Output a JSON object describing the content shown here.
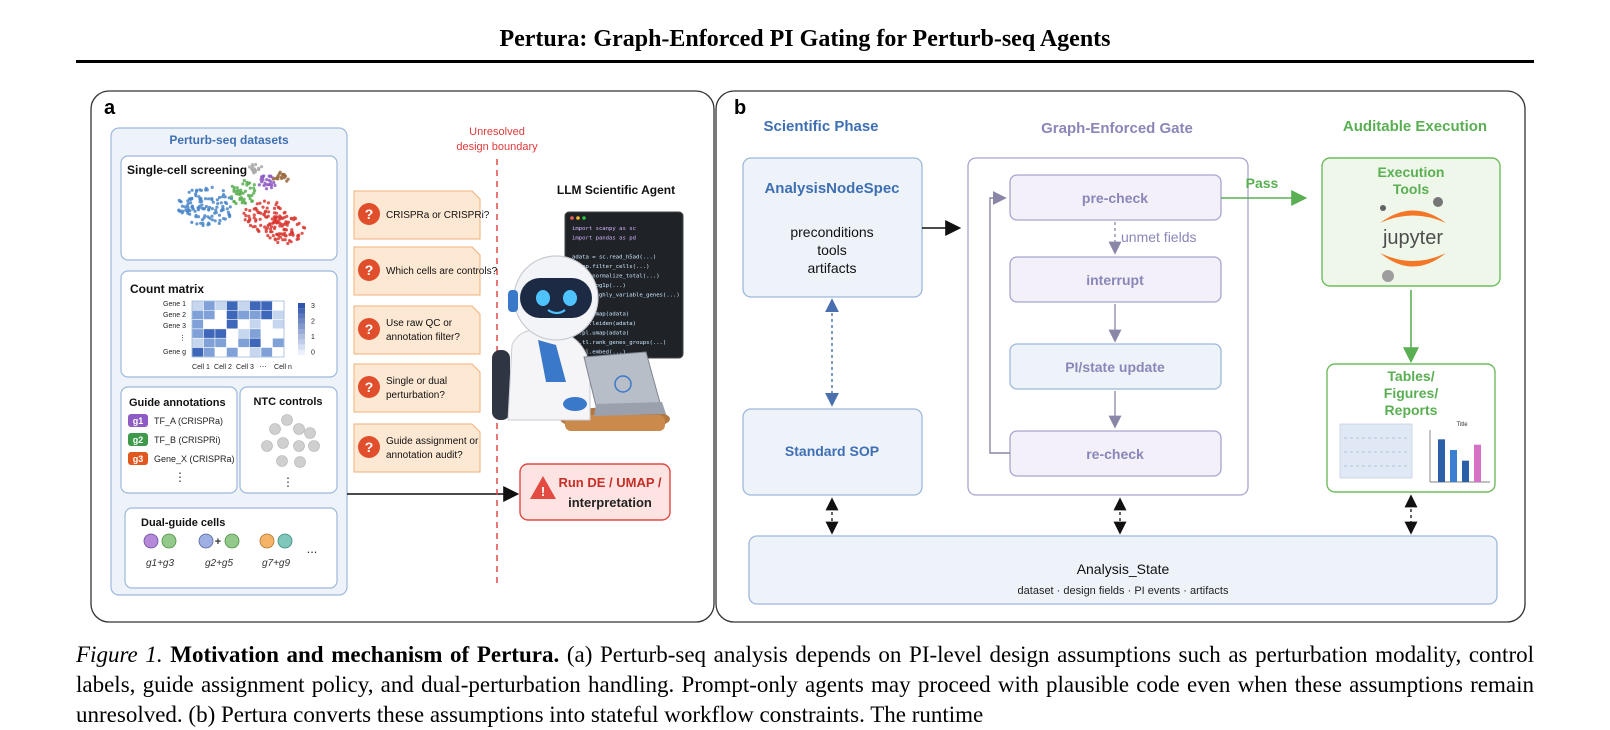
{
  "header": {
    "title": "Pertura: Graph-Enforced PI Gating for Perturb-seq Agents"
  },
  "panel_a": {
    "label": "a",
    "datasets_title": "Perturb-seq datasets",
    "single_cell_title": "Single-cell screening",
    "count_matrix_title": "Count matrix",
    "gene_labels": [
      "Gene 1",
      "Gene 2",
      "Gene 3",
      "⋮",
      "Gene g"
    ],
    "cell_labels": [
      "Cell 1",
      "Cell 2",
      "Cell 3",
      "⋯",
      "Cell n"
    ],
    "scale_labels": [
      "3",
      "2",
      "1",
      "0"
    ],
    "guide_title": "Guide annotations",
    "guides": [
      {
        "badge": "g1",
        "label": "TF_A (CRISPRa)",
        "color": "#8e5bc4"
      },
      {
        "badge": "g2",
        "label": "TF_B (CRISPRi)",
        "color": "#3d9a4a"
      },
      {
        "badge": "g3",
        "label": "Gene_X (CRISPRa)",
        "color": "#e0581f"
      }
    ],
    "vdots": "⋮",
    "ntc_title": "NTC controls",
    "dual_title": "Dual-guide cells",
    "dual_labels": [
      "g1+g3",
      "g2+g5",
      "g7+g9"
    ],
    "dual_plus": "+",
    "dual_more": "...",
    "boundary_label_1": "Unresolved",
    "boundary_label_2": "design boundary",
    "agent_title": "LLM Scientific Agent",
    "questions": [
      {
        "line1": "CRISPRa or CRISPRi?",
        "line2": ""
      },
      {
        "line1": "Which cells are controls?",
        "line2": ""
      },
      {
        "line1": "Use raw QC or",
        "line2": "annotation filter?"
      },
      {
        "line1": "Single or dual",
        "line2": "perturbation?"
      },
      {
        "line1": "Guide assignment or",
        "line2": "annotation audit?"
      }
    ],
    "question_mark": "?",
    "warning_mark": "!",
    "run_label_1": "Run DE / UMAP /",
    "run_label_2": "interpretation",
    "code_lines": [
      "import scanpy as sc",
      "import pandas as pd",
      "",
      "adata = sc.read_h5ad(...)",
      "sc.pp.filter_cells(...)",
      "sc.pp.normalize_total(...)",
      "sc.pp.log1p(...)",
      "sc.pp.highly_variable_genes(...)",
      "",
      "sc.tl.umap(adata)",
      "sc.tl.leiden(adata)",
      "sc.pl.umap(adata)",
      "sc.tl.rank_genes_groups(...)",
      "sc.tl.embed(...)"
    ]
  },
  "panel_b": {
    "label": "b",
    "col1_title": "Scientific Phase",
    "col2_title": "Graph-Enforced Gate",
    "col3_title": "Auditable Execution",
    "node_spec_title": "AnalysisNodeSpec",
    "node_spec_lines": [
      "preconditions",
      "tools",
      "artifacts"
    ],
    "sop_label": "Standard SOP",
    "gate_steps": [
      "pre-check",
      "interrupt",
      "PI/state update",
      "re-check"
    ],
    "unmet_label": "unmet fields",
    "pass_label": "Pass",
    "exec_title_1": "Execution",
    "exec_title_2": "Tools",
    "jupyter_label": "jupyter",
    "outputs_lines": [
      "Tables/",
      "Figures/",
      "Reports"
    ],
    "state_title": "Analysis_State",
    "state_sub": "dataset · design fields · PI events · artifacts",
    "mini_chart_title": "Title",
    "mini_chart_values": [
      4,
      3,
      2,
      3.5
    ]
  },
  "caption": {
    "fig_label": "Figure 1.",
    "fig_title": "Motivation and mechanism of Pertura.",
    "body": "(a) Perturb-seq analysis depends on PI-level design assumptions such as perturbation modality, control labels, guide assignment policy, and dual-perturbation handling. Prompt-only agents may proceed with plausible code even when these assumptions remain unresolved. (b) Pertura converts these assumptions into stateful workflow constraints. The runtime"
  }
}
